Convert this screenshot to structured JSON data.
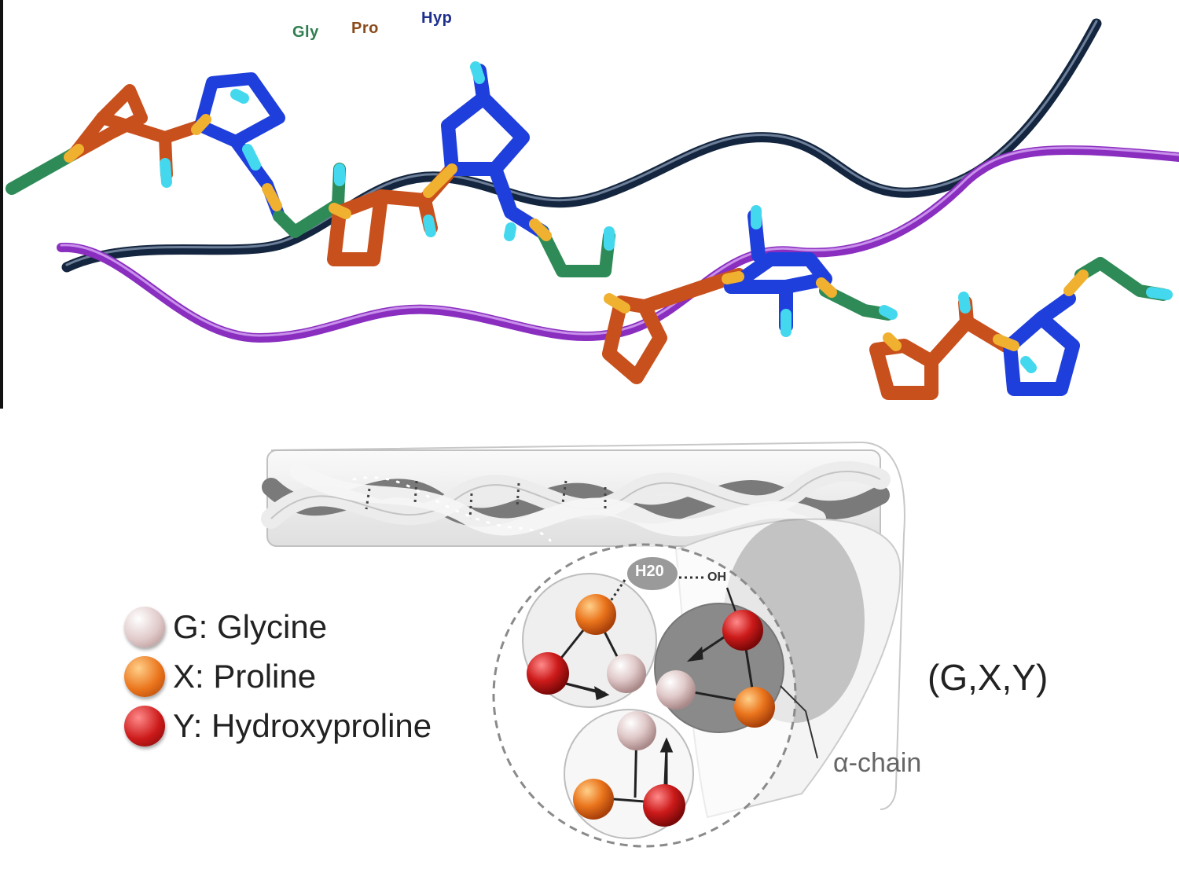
{
  "residue_labels": {
    "gly": "Gly",
    "pro": "Pro",
    "hyp": "Hyp"
  },
  "legend": [
    {
      "code": "G",
      "name": "Glycine",
      "text": "G: Glycine",
      "color": "#e2c6c6"
    },
    {
      "code": "X",
      "name": "Proline",
      "text": "X: Proline",
      "color": "#e8721c"
    },
    {
      "code": "Y",
      "name": "Hydroxyproline",
      "text": "Y: Hydroxyproline",
      "color": "#c81818"
    }
  ],
  "motif": "(G,X,Y)",
  "alpha_chain_label": "α-chain",
  "water_label": "H20",
  "hydroxyl_label": "OH",
  "colors": {
    "glycine_stick": "#2e8b57",
    "proline_stick": "#c8501c",
    "hydroxyproline_stick": "#1f3fdc",
    "hydrogen_cyan": "#44d8ee",
    "junction_gold": "#f0b030",
    "chain_navy": "#14263f",
    "chain_purple": "#8a2ec0",
    "tube_gray": "#8a8a8a"
  }
}
